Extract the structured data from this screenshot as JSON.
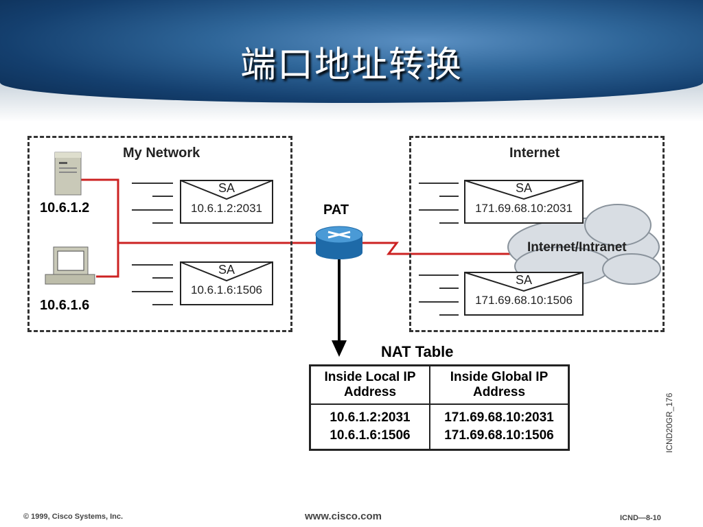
{
  "slide": {
    "title": "端口地址转换",
    "side_code": "ICND20GR_176",
    "footer": {
      "copyright": "© 1999, Cisco Systems, Inc.",
      "website": "www.cisco.com",
      "page": "ICND—8-10"
    }
  },
  "my_network": {
    "label": "My Network",
    "host1_ip": "10.6.1.2",
    "host2_ip": "10.6.1.6",
    "packet1": {
      "sa": "SA",
      "address": "10.6.1.2:2031"
    },
    "packet2": {
      "sa": "SA",
      "address": "10.6.1.6:1506"
    }
  },
  "router": {
    "label": "PAT"
  },
  "internet": {
    "label": "Internet",
    "cloud_label": "Internet/Intranet",
    "packet1": {
      "sa": "SA",
      "address": "171.69.68.10:2031"
    },
    "packet2": {
      "sa": "SA",
      "address": "171.69.68.10:1506"
    }
  },
  "nat_table": {
    "title": "NAT Table",
    "headers": [
      "Inside Local IP Address",
      "Inside Global IP Address"
    ],
    "rows": [
      [
        "10.6.1.2:2031",
        "171.69.68.10:2031"
      ],
      [
        "10.6.1.6:1506",
        "171.69.68.10:1506"
      ]
    ]
  },
  "colors": {
    "link": "#cc2222",
    "router": "#2b7fc1",
    "header_dark": "#143f6e"
  }
}
